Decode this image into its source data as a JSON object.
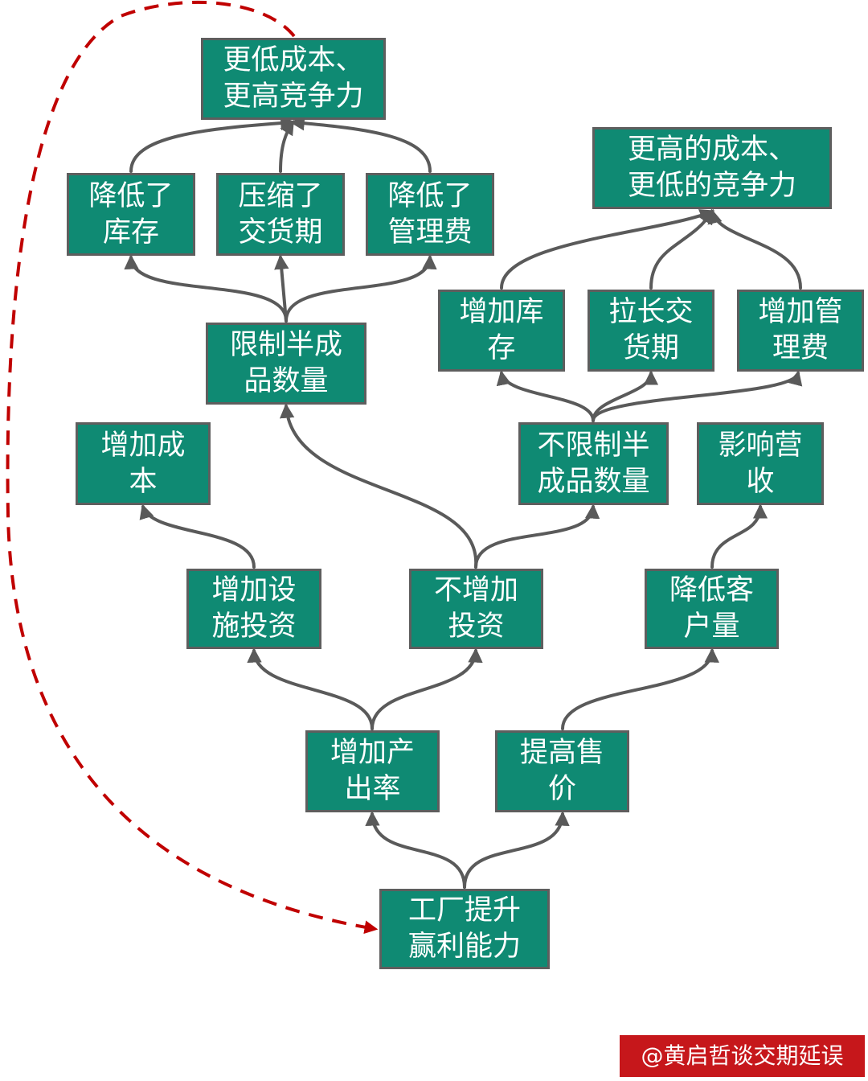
{
  "nodes": {
    "top_goal": [
      "更低成本、",
      "更高竞争力"
    ],
    "worse_outcome": [
      "更高的成本、",
      "更低的竞争力"
    ],
    "inventory_reduced": [
      "降低了",
      "库存"
    ],
    "lead_time_compressed": [
      "压缩了",
      "交货期"
    ],
    "mgmt_fee_reduced": [
      "降低了",
      "管理费"
    ],
    "inventory_increased": [
      "增加库",
      "存"
    ],
    "lead_time_extended": [
      "拉长交",
      "货期"
    ],
    "mgmt_fee_increased": [
      "增加管",
      "理费"
    ],
    "limit_wip": [
      "限制半成",
      "品数量"
    ],
    "cost_increase": [
      "增加成",
      "本"
    ],
    "no_limit_wip": [
      "不限制半",
      "成品数量"
    ],
    "revenue_impact": [
      "影响营",
      "收"
    ],
    "increase_investment": [
      "增加设",
      "施投资"
    ],
    "no_investment": [
      "不增加",
      "投资"
    ],
    "fewer_customers": [
      "降低客",
      "户量"
    ],
    "increase_output": [
      "增加产",
      "出率"
    ],
    "raise_price": [
      "提高售",
      "价"
    ],
    "factory_profit": [
      "工厂提升",
      "赢利能力"
    ]
  },
  "watermark": "@黄启哲谈交期延误",
  "colors": {
    "node_fill": "#0f8a73",
    "node_border": "#5e5e5e",
    "node_text": "#ffffff",
    "arrow": "#5a5a5a",
    "feedback_arrow": "#c00000",
    "watermark_bg": "#c6171b"
  }
}
